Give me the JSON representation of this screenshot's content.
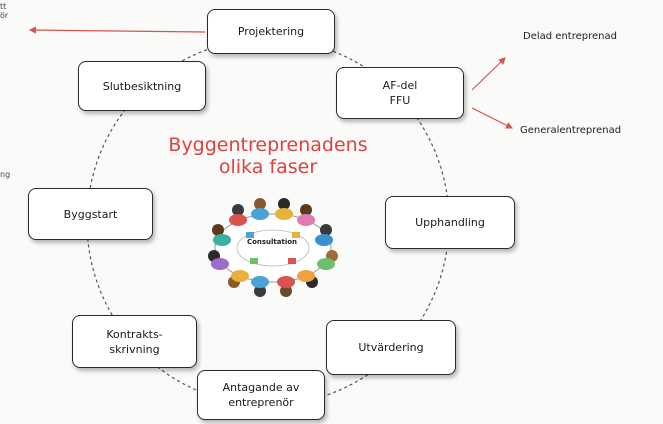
{
  "diagram": {
    "title_line1": "Byggentreprenadens",
    "title_line2": "olika faser",
    "center_label": "Consultation",
    "phases": {
      "projektering": "Projektering",
      "af_del_line1": "AF-del",
      "af_del_line2": "FFU",
      "upphandling": "Upphandling",
      "utvardering": "Utvärdering",
      "antagande_line1": "Antagande av",
      "antagande_line2": "entreprenör",
      "kontrakt_line1": "Kontrakts-",
      "kontrakt_line2": "skrivning",
      "byggstart": "Byggstart",
      "slutbesiktning": "Slutbesiktning"
    },
    "branches": {
      "delad": "Delad entreprenad",
      "general": "Generalentreprenad"
    },
    "left_edge_fragments": [
      "tt",
      "ör",
      "ng"
    ],
    "colors": {
      "title": "#e0403e",
      "arrow": "#d9534f",
      "circle": "#555555"
    }
  }
}
